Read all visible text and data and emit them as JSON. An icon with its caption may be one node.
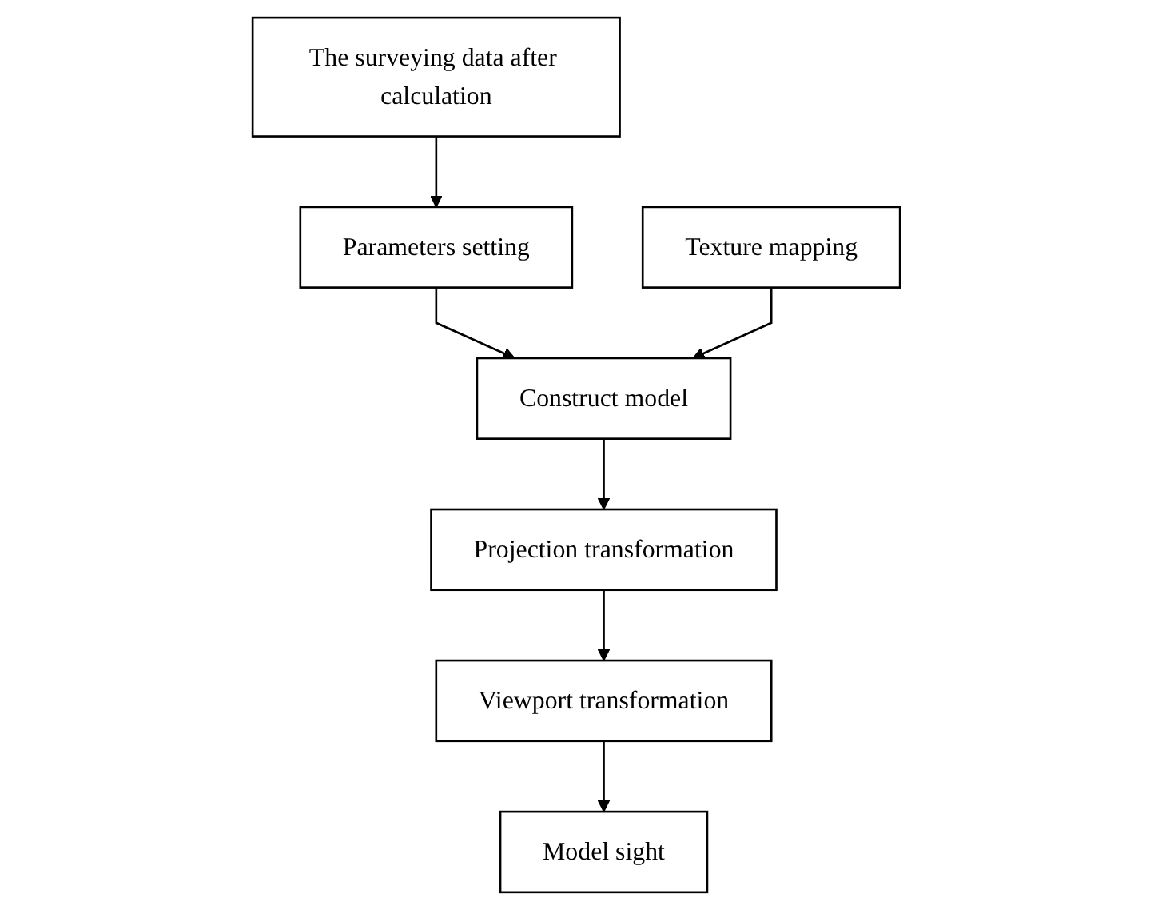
{
  "diagram": {
    "nodes": [
      {
        "text": [
          "The surveying data after calculation"
        ]
      },
      {
        "text": [
          "Parameters setting"
        ]
      },
      {
        "text": [
          "Texture mapping"
        ]
      },
      {
        "text": [
          "Construct model"
        ]
      },
      {
        "text": [
          "Projection transformation"
        ]
      },
      {
        "text": [
          "Viewport transformation"
        ]
      },
      {
        "text": [
          "Model sight"
        ]
      }
    ],
    "edges": [
      {
        "from": 0,
        "to": 1,
        "arrow": "to"
      },
      {
        "from": 1,
        "to": 3,
        "arrow": "to"
      },
      {
        "from": 2,
        "to": 3,
        "arrow": "to"
      },
      {
        "from": 3,
        "to": 4,
        "arrow": "to"
      },
      {
        "from": 4,
        "to": 5,
        "arrow": "to"
      },
      {
        "from": 5,
        "to": 6,
        "arrow": "to"
      }
    ]
  }
}
